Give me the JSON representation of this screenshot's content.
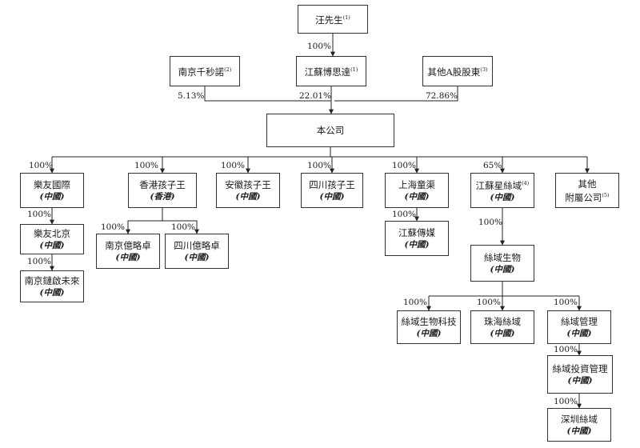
{
  "nodes": {
    "wang": {
      "name": "汪先生",
      "fn": "(1)"
    },
    "nanjing_qm": {
      "name": "南京千秒諾",
      "fn": "(2)"
    },
    "jiangsu_bs": {
      "name": "江蘇博思達",
      "fn": "(1)"
    },
    "other_a": {
      "name": "其他A股股東",
      "fn": "(3)"
    },
    "company": {
      "name": "本公司"
    },
    "leyou": {
      "name": "樂友國際",
      "jur": "(中國)"
    },
    "hk_kzw": {
      "name": "香港孩子王",
      "jur": "(香港)"
    },
    "ah_kzw": {
      "name": "安徽孩子王",
      "jur": "(中國)"
    },
    "sc_kzw": {
      "name": "四川孩子王",
      "jur": "(中國)"
    },
    "sh_tq": {
      "name": "上海童渠",
      "jur": "(中國)"
    },
    "js_xsc": {
      "name": "江蘇星絲域",
      "fn": "(4)",
      "jur": "(中國)"
    },
    "others": {
      "name1": "其他",
      "name2": "附屬公司",
      "fn": "(5)"
    },
    "leyou_bj": {
      "name": "樂友北京",
      "jur": "(中國)"
    },
    "nj_jq": {
      "name": "南京鏈啟未來",
      "jur": "(中國)"
    },
    "nj_yl": {
      "name": "南京億略卓",
      "jur": "(中國)"
    },
    "sc_yl": {
      "name": "四川億略卓",
      "jur": "(中國)"
    },
    "js_cm": {
      "name": "江蘇傳媒",
      "jur": "(中國)"
    },
    "sy_sw": {
      "name": "絲域生物",
      "jur": "(中國)"
    },
    "sy_swkj": {
      "name": "絲域生物科技",
      "jur": "(中國)"
    },
    "zh_sy": {
      "name": "珠海絲域",
      "jur": "(中國)"
    },
    "sy_gl": {
      "name": "絲域管理",
      "jur": "(中國)"
    },
    "sy_tz": {
      "name": "絲域投資管理",
      "jur": "(中國)"
    },
    "sz_sy": {
      "name": "深圳絲域",
      "jur": "(中國)"
    }
  },
  "percentages": {
    "wang_to_bs": "100%",
    "qm_to_co": "5.13%",
    "bs_to_co": "22.01%",
    "oa_to_co": "72.86%",
    "co_to_leyou": "100%",
    "co_to_hk": "100%",
    "co_to_ah": "100%",
    "co_to_sc": "100%",
    "co_to_sh": "100%",
    "co_to_xsc": "65%",
    "leyou_to_bj": "100%",
    "bj_to_jq": "100%",
    "hk_to_nj": "100%",
    "hk_to_sc": "100%",
    "sh_to_cm": "100%",
    "xsc_to_sw": "100%",
    "sw_to_kj": "100%",
    "sw_to_zh": "100%",
    "sw_to_gl": "100%",
    "gl_to_tz": "100%",
    "tz_to_sz": "100%"
  }
}
